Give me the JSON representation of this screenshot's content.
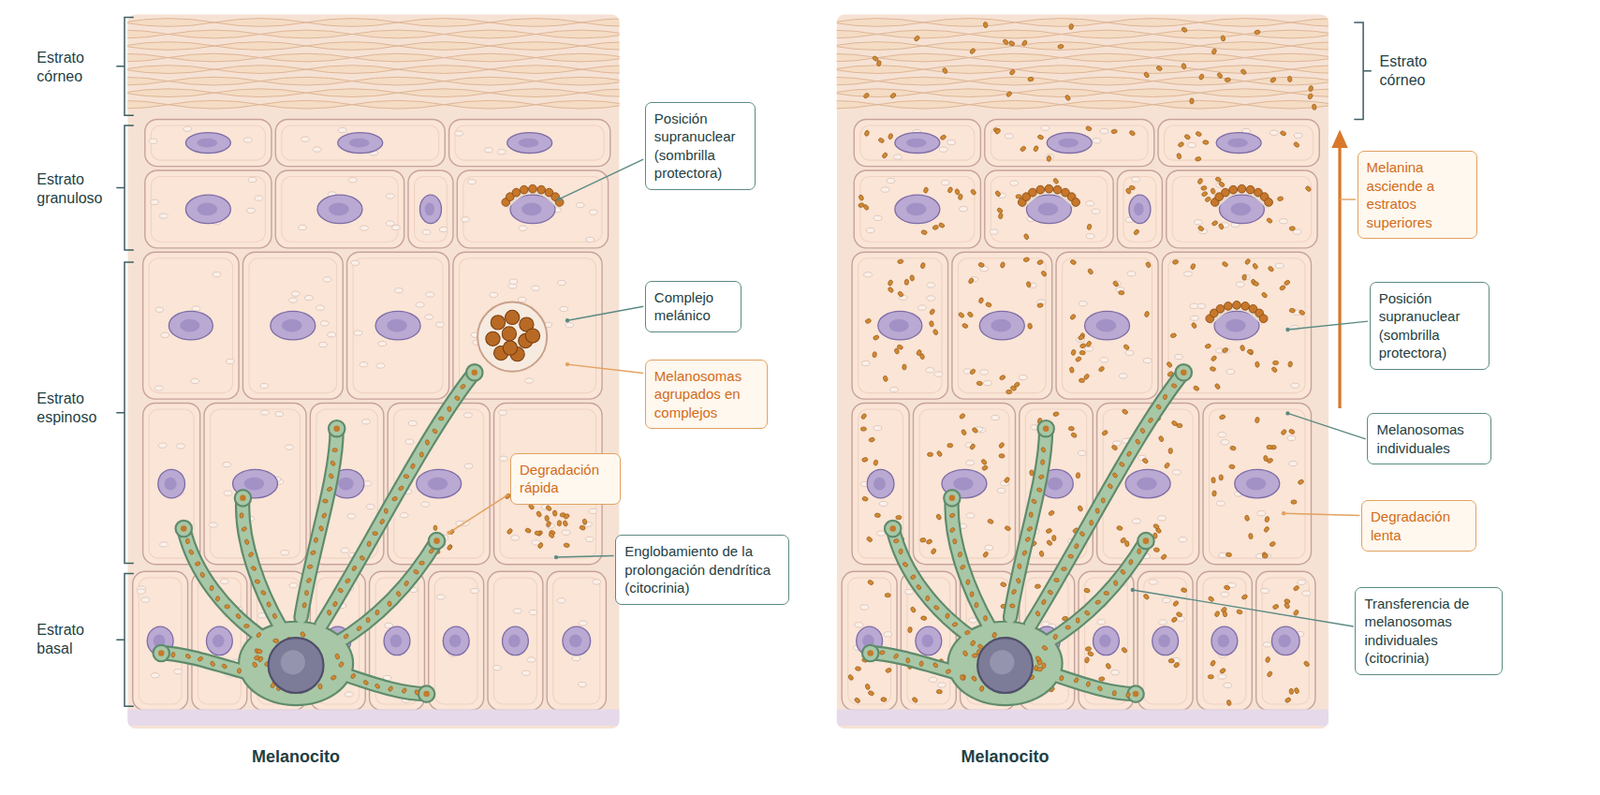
{
  "diagram": {
    "nodes": [
      {
        "text": [
          "Posición supranuclear (sombrilla protectora)"
        ]
      },
      {
        "text": [
          "Complejo melánico"
        ]
      },
      {
        "text": [
          "Melanosomas agrupados en complejos"
        ]
      },
      {
        "text": [
          "Degradación rápida"
        ]
      },
      {
        "text": [
          "Englobamiento de la prolongación dendrítica (citocrinia)"
        ]
      },
      {
        "text": [
          "Melanina asciende a estratos superiores"
        ]
      },
      {
        "text": [
          "Posición supranuclear (sombrilla protectora)"
        ]
      },
      {
        "text": [
          "Melanosomas individuales"
        ]
      },
      {
        "text": [
          "Degradación lenta"
        ]
      },
      {
        "text": [
          "Transferencia de melanosomas individuales (citocrinia)"
        ]
      }
    ],
    "labels": [
      "Estrato córneo",
      "Estrato granuloso",
      "Estrato espinoso",
      "Estrato basal",
      "Melanocito",
      "Estrato córneo",
      "Melanocito"
    ]
  }
}
